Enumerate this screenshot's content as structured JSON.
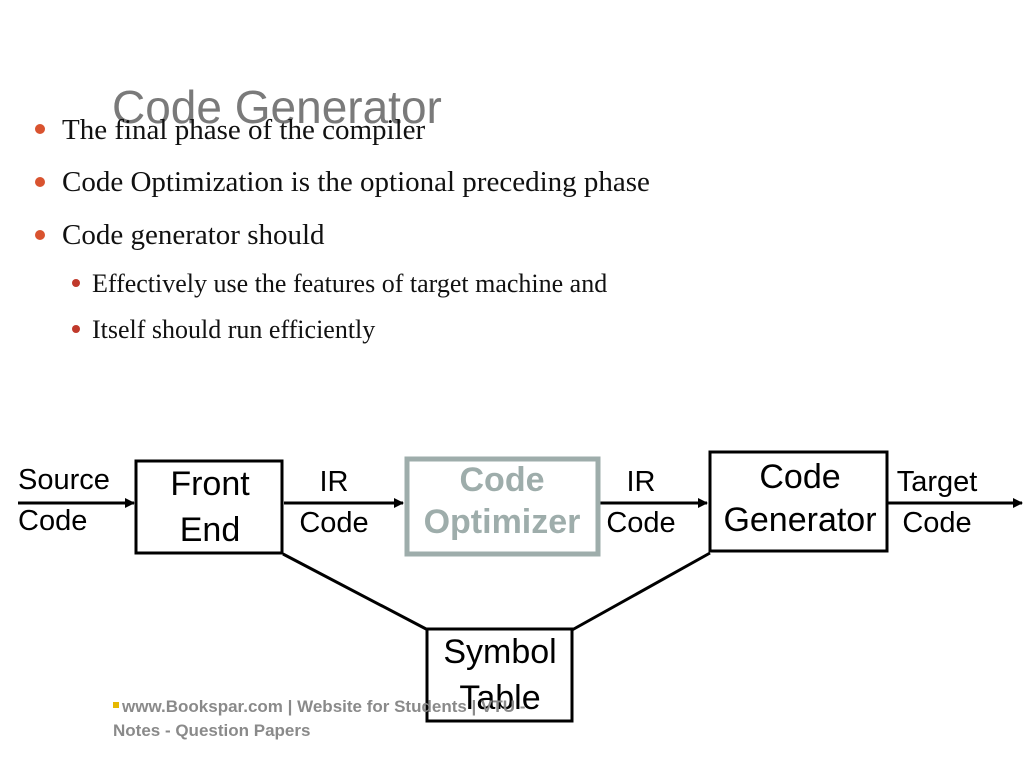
{
  "slide": {
    "title": "Code Generator",
    "bullets": [
      "The final phase of the compiler",
      "Code Optimization is the optional preceding phase",
      "Code generator should"
    ],
    "sub_bullets": [
      "Effectively use the features of target machine and",
      "Itself should run efficiently"
    ],
    "bullet_color": "#d9532f"
  },
  "diagram": {
    "source_line1": "Source",
    "source_line2": "Code",
    "front_line1": "Front",
    "front_line2": "End",
    "ir1_line1": "IR",
    "ir1_line2": "Code",
    "optimizer_line1": "Code",
    "optimizer_line2": "Optimizer",
    "optimizer_color": "#9eadab",
    "ir2_line1": "IR",
    "ir2_line2": "Code",
    "generator_line1": "Code",
    "generator_line2": "Generator",
    "target_line1": "Target",
    "target_line2": "Code",
    "symtab_line1": "Symbol",
    "symtab_line2": "Table"
  },
  "footer": {
    "line1": "www.Bookspar.com | Website for Students | VTU -",
    "line2": "Notes - Question Papers"
  }
}
